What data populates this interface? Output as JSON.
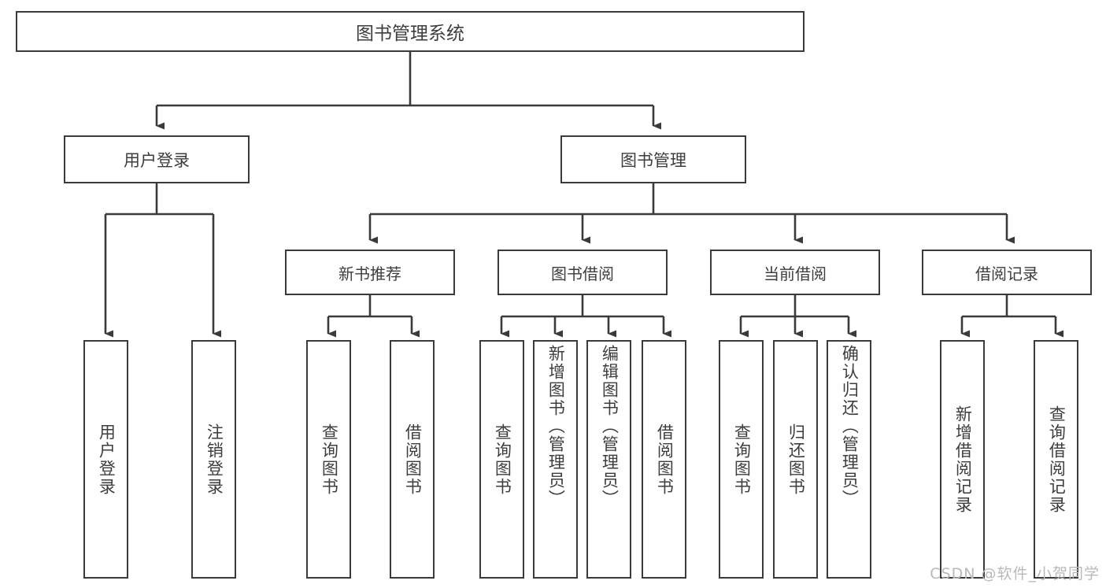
{
  "diagram": {
    "title": "图书管理系统",
    "type": "tree",
    "watermark": "CSDN @软件_小贺同学",
    "colors": {
      "box_border": "#3a3a3a",
      "box_fill": "#ffffff",
      "text": "#3d3d3d",
      "connector": "#3a3a3a",
      "watermark": "#b9b9b9",
      "background": "#ffffff"
    },
    "root": {
      "label": "图书管理系统"
    },
    "level2": [
      {
        "label": "用户登录"
      },
      {
        "label": "图书管理"
      }
    ],
    "level3": [
      {
        "label": "新书推荐"
      },
      {
        "label": "图书借阅"
      },
      {
        "label": "当前借阅"
      },
      {
        "label": "借阅记录"
      }
    ],
    "leaves": {
      "user_login": [
        {
          "label": "用户登录"
        },
        {
          "label": "注销登录"
        }
      ],
      "new_book_recommend": [
        {
          "label": "查询图书"
        },
        {
          "label": "借阅图书"
        }
      ],
      "book_borrow": [
        {
          "label": "查询图书"
        },
        {
          "label": "新增图书（管理员）"
        },
        {
          "label": "编辑图书（管理员）"
        },
        {
          "label": "借阅图书"
        }
      ],
      "current_borrow": [
        {
          "label": "查询图书"
        },
        {
          "label": "归还图书"
        },
        {
          "label": "确认归还（管理员）"
        }
      ],
      "borrow_record": [
        {
          "label": "新增借阅记录"
        },
        {
          "label": "查询借阅记录"
        }
      ]
    }
  }
}
